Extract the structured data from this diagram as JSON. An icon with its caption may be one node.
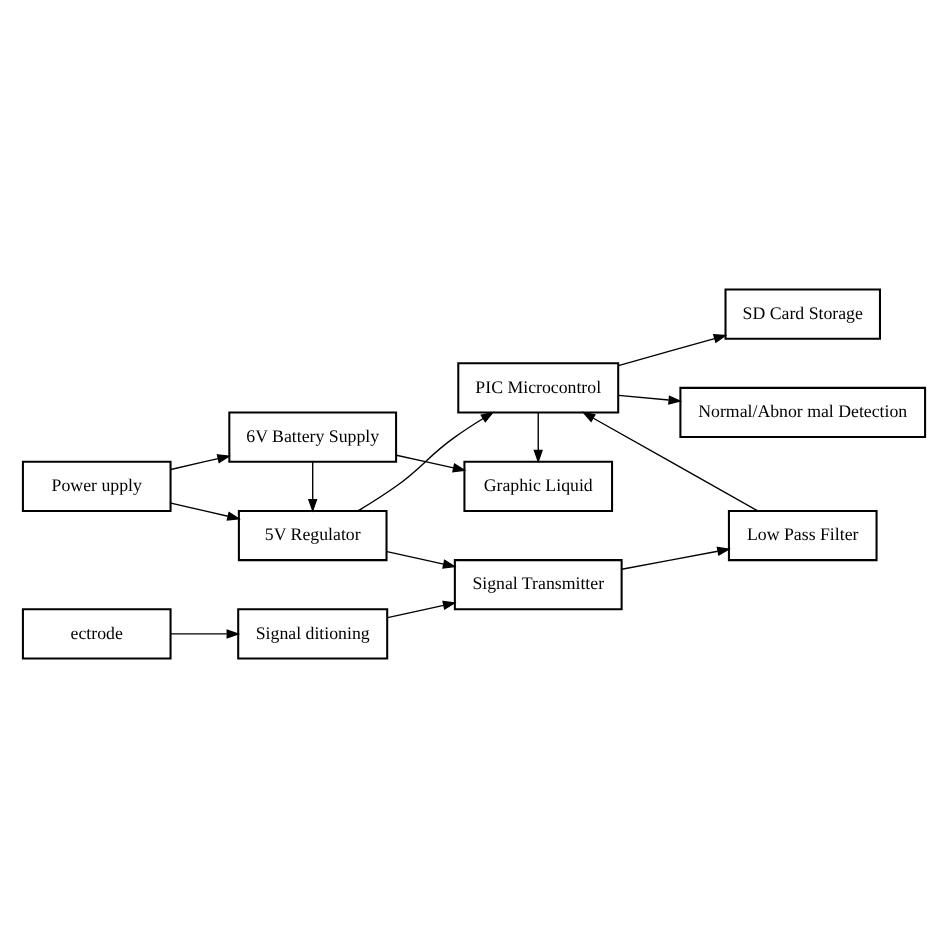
{
  "diagram": {
    "nodes": [
      {
        "text": [
          "Signal Transmitter"
        ]
      },
      {
        "text": [
          "Signal ditioning"
        ]
      },
      {
        "text": [
          "Low Pass Filter"
        ]
      },
      {
        "text": [
          "ectrode"
        ]
      },
      {
        "text": [
          "5V Regulator"
        ]
      },
      {
        "text": [
          "PIC Microcontrol"
        ]
      },
      {
        "text": [
          "Power upply"
        ]
      },
      {
        "text": [
          "6V Battery Supply"
        ]
      },
      {
        "text": [
          "Graphic Liquid"
        ]
      },
      {
        "text": [
          "Normal/Abnor mal Detection"
        ]
      },
      {
        "text": [
          "SD Card Storage"
        ]
      }
    ],
    "edges": [
      {
        "from": 3,
        "to": 1,
        "arrow": "to"
      },
      {
        "from": 1,
        "to": 0,
        "arrow": "to"
      },
      {
        "from": 0,
        "to": 2,
        "arrow": "to"
      },
      {
        "from": 2,
        "to": 5,
        "arrow": "to"
      },
      {
        "from": 4,
        "to": 0,
        "arrow": "to"
      },
      {
        "from": 4,
        "to": 5,
        "arrow": "to"
      },
      {
        "from": 6,
        "to": 4,
        "arrow": "to"
      },
      {
        "from": 6,
        "to": 7,
        "arrow": "to"
      },
      {
        "from": 7,
        "to": 4,
        "arrow": "to"
      },
      {
        "from": 7,
        "to": 8,
        "arrow": "to"
      },
      {
        "from": 5,
        "to": 8,
        "arrow": "to"
      },
      {
        "from": 5,
        "to": 9,
        "arrow": "to"
      },
      {
        "from": 5,
        "to": 10,
        "arrow": "to"
      }
    ]
  }
}
